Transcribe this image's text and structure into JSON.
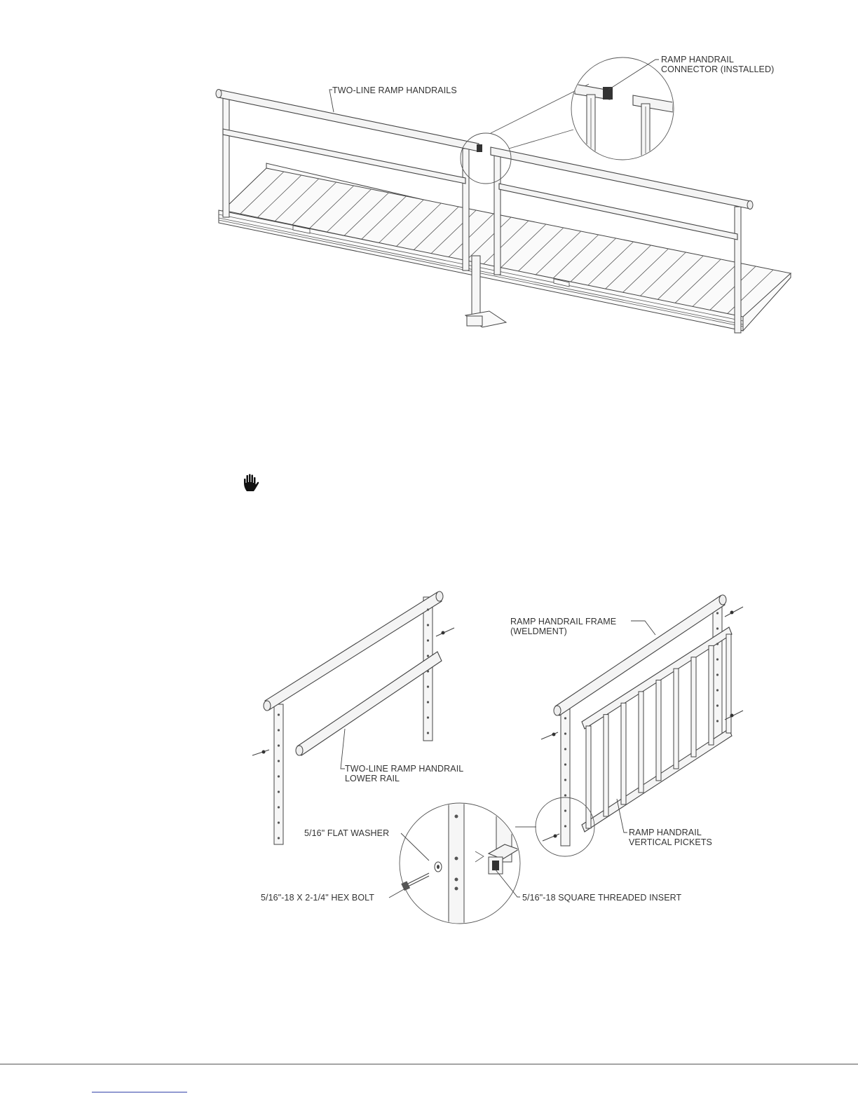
{
  "figure_top": {
    "label_handrails": "TWO-LINE RAMP HANDRAILS",
    "label_connector_line1": "RAMP HANDRAIL",
    "label_connector_line2": "CONNECTOR (INSTALLED)"
  },
  "notice_icon": "stop-hand-icon",
  "figure_bottom": {
    "label_frame_line1": "RAMP HANDRAIL FRAME",
    "label_frame_line2": "(WELDMENT)",
    "label_lower_rail_line1": "TWO-LINE RAMP HANDRAIL",
    "label_lower_rail_line2": "LOWER RAIL",
    "label_washer": "5/16\" FLAT WASHER",
    "label_bolt": "5/16\"-18 X 2-1/4\" HEX BOLT",
    "label_insert": "5/16\"-18 SQUARE THREADED INSERT",
    "label_pickets_line1": "RAMP HANDRAIL",
    "label_pickets_line2": "VERTICAL PICKETS"
  }
}
